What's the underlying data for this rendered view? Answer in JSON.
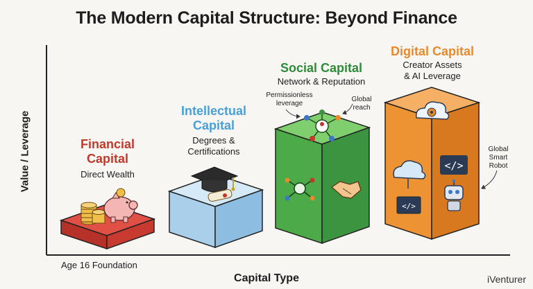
{
  "title": "The Modern Capital Structure: Beyond Finance",
  "axes": {
    "y_label": "Value / Leverage",
    "x_label": "Capital Type",
    "baseline_label": "Age 16 Foundation"
  },
  "brand": "iVenturer",
  "columns": [
    {
      "heading_line1": "Financial",
      "heading_line2": "Capital",
      "subtitle": "Direct Wealth",
      "color": "#c0392b",
      "icons": [
        "coins-icon",
        "piggy-bank-icon"
      ]
    },
    {
      "heading_line1": "Intellectual",
      "heading_line2": "Capital",
      "subtitle_line1": "Degrees &",
      "subtitle_line2": "Certifications",
      "color": "#5aa7d9",
      "icons": [
        "graduation-cap-icon",
        "diploma-icon"
      ]
    },
    {
      "heading": "Social Capital",
      "subtitle": "Network & Reputation",
      "color": "#3a8f3a",
      "annotations": {
        "permissionless_line1": "Permissionless",
        "permissionless_line2": "leverage",
        "global_line1": "Global",
        "global_line2": "reach"
      },
      "icons": [
        "network-icon",
        "handshake-icon"
      ]
    },
    {
      "heading": "Digital Capital",
      "subtitle_line1": "Creator Assets",
      "subtitle_line2": "& AI Leverage",
      "color": "#e8892b",
      "annotations": {
        "robot_line1": "Global",
        "robot_line2": "Smart",
        "robot_line3": "Robot"
      },
      "icons": [
        "cloud-gear-icon",
        "cloud-upload-icon",
        "code-icon",
        "robot-icon"
      ]
    }
  ]
}
